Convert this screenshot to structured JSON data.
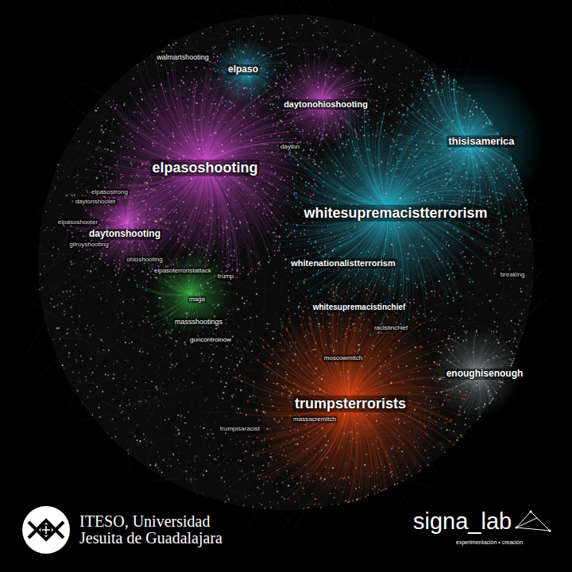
{
  "diagram": {
    "labels": [
      "walmartshooting",
      "elpaso",
      "daytonohioshooting",
      "elpasoshooting",
      "dayton",
      "thisisamerica",
      "whitesupremacistterrorism",
      "elpasostrong",
      "daytonshooter",
      "elpasoshooter",
      "gilroyshooting",
      "daytonshooting",
      "ohioshooting",
      "whitenationalistterrorism",
      "elpasoterroristattack",
      "trump",
      "breaking",
      "maga",
      "whitesupremacistinchief",
      "massshootings",
      "racistinchief",
      "guncontrolnow",
      "moscowmitch",
      "enoughisenough",
      "trumpsterrorists",
      "massacremitch",
      "trumpisaracist",
      "ITESO, Universidad Jesuita de Guadalajara",
      "signa_lab",
      "experimentación • creación"
    ]
  }
}
